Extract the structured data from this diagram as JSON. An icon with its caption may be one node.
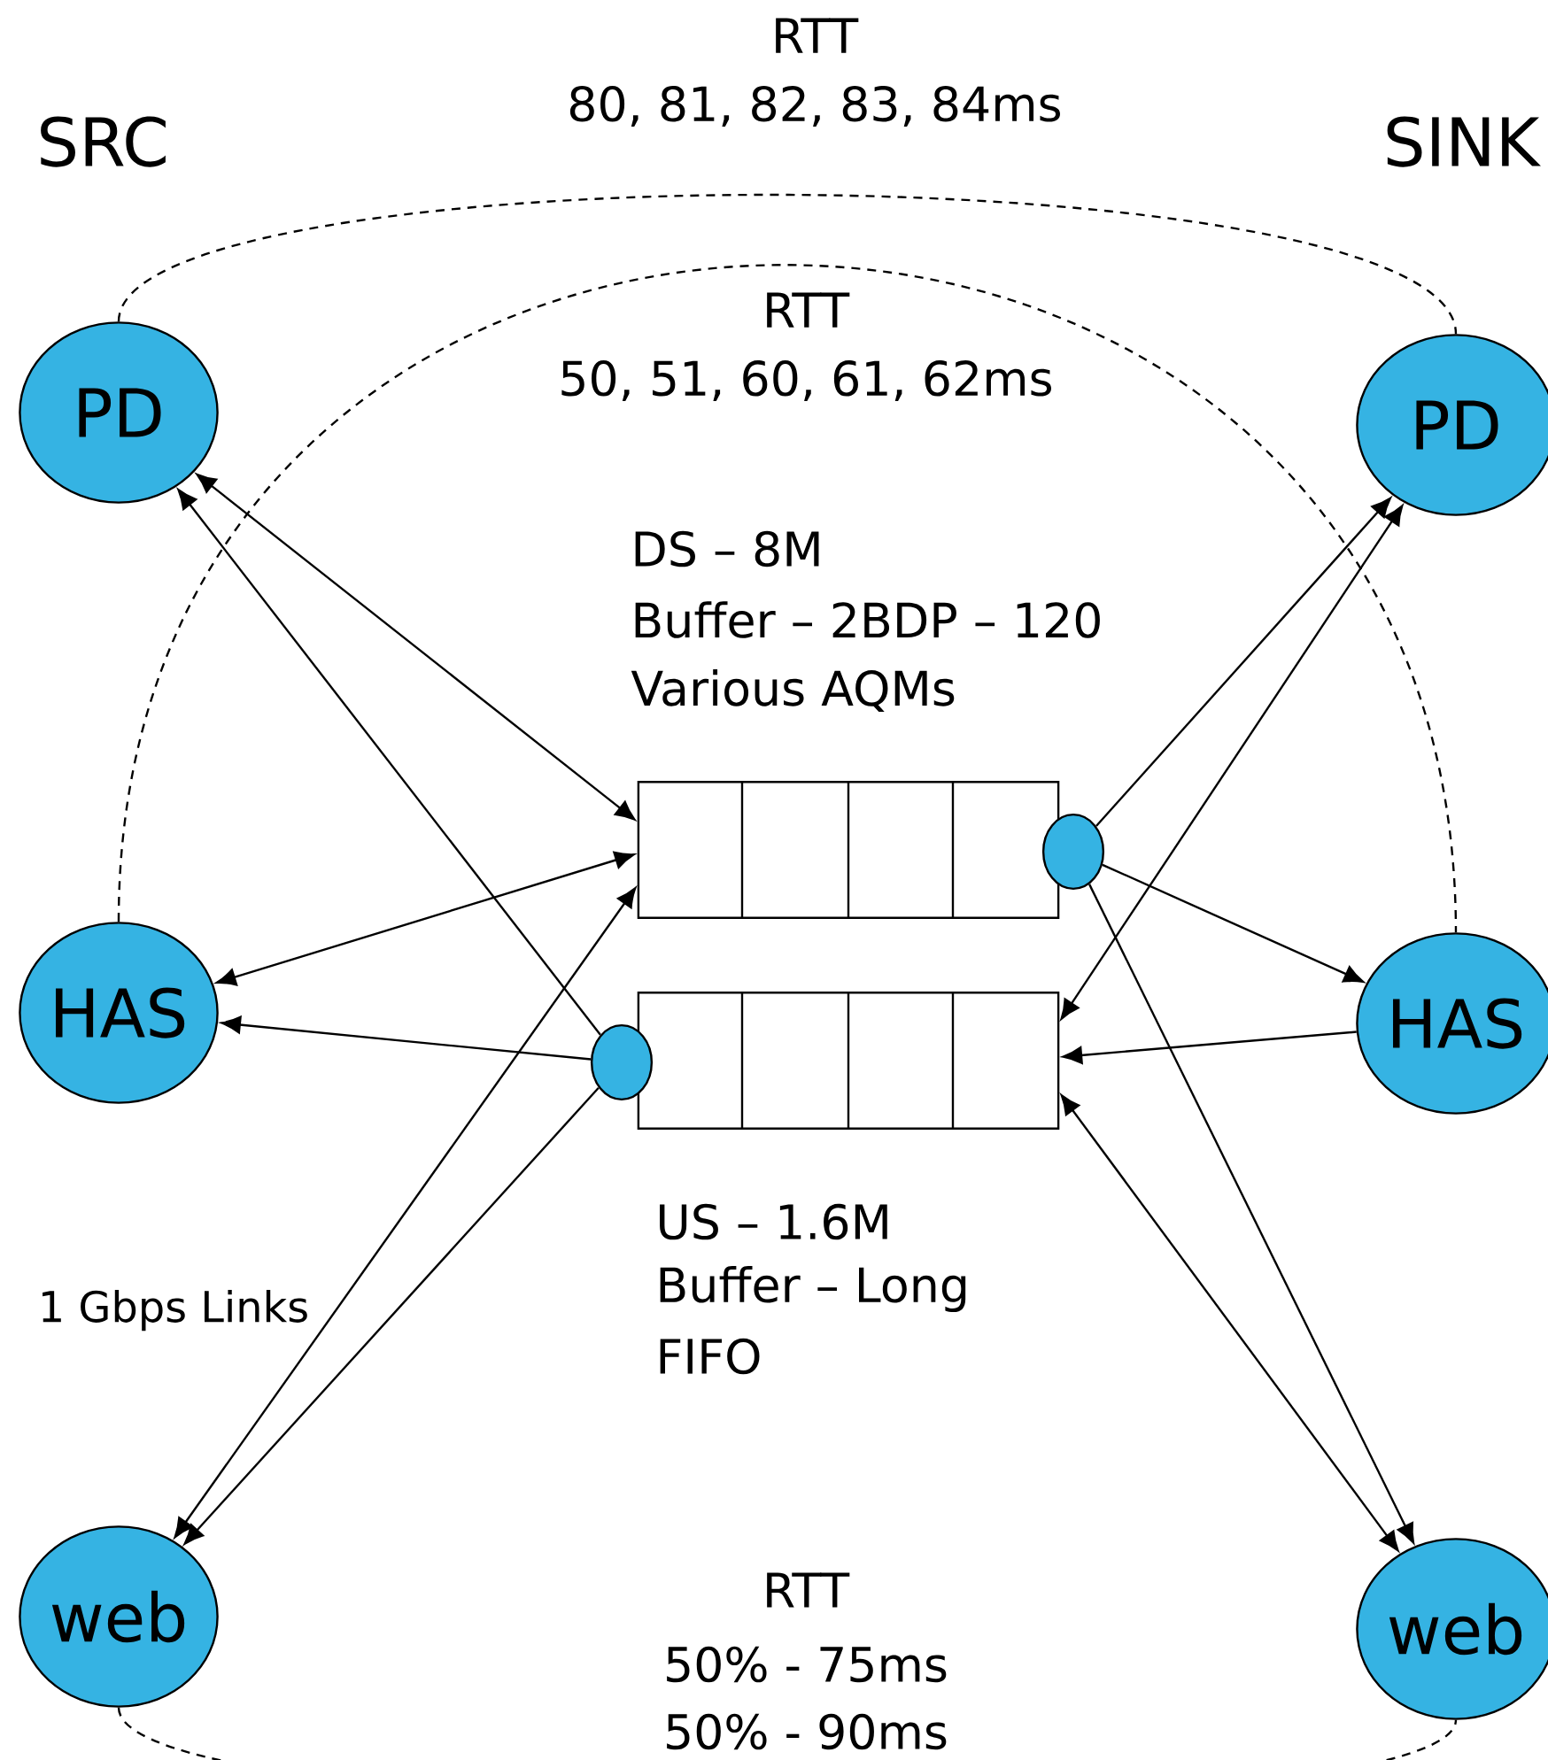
{
  "diagram": {
    "nodes": [
      {
        "text": [
          "PD"
        ]
      },
      {
        "text": [
          "HAS"
        ]
      },
      {
        "text": [
          "web"
        ]
      },
      {
        "text": [
          "PD"
        ]
      },
      {
        "text": [
          "HAS"
        ]
      },
      {
        "text": [
          "web"
        ]
      },
      {
        "text": [],
        "shape": "box",
        "beside": [
          "DS – 8M",
          "Buffer – 2BDP – 120",
          "Various AQMs"
        ]
      },
      {
        "text": [],
        "shape": "box",
        "beside": [
          "US – 1.6M",
          "Buffer – Long",
          "FIFO"
        ]
      },
      {
        "text": [],
        "shape": "circle"
      },
      {
        "text": [],
        "shape": "circle"
      }
    ],
    "edges": [
      {
        "from": 0,
        "to": 6,
        "arrow": "both"
      },
      {
        "from": 9,
        "to": 0,
        "arrow": "to"
      },
      {
        "from": 1,
        "to": 6,
        "arrow": "both"
      },
      {
        "from": 9,
        "to": 1,
        "arrow": "to"
      },
      {
        "from": 2,
        "to": 6,
        "arrow": "both"
      },
      {
        "from": 9,
        "to": 2,
        "arrow": "to"
      },
      {
        "from": 8,
        "to": 3,
        "arrow": "to"
      },
      {
        "from": 3,
        "to": 7,
        "arrow": "both"
      },
      {
        "from": 8,
        "to": 4,
        "arrow": "to"
      },
      {
        "from": 4,
        "to": 7,
        "arrow": "to"
      },
      {
        "from": 8,
        "to": 5,
        "arrow": "to"
      },
      {
        "from": 5,
        "to": 7,
        "arrow": "both"
      },
      {
        "from": 0,
        "to": 3,
        "arrow": "none",
        "style": "dashed",
        "label": "RTT"
      },
      {
        "from": 1,
        "to": 4,
        "arrow": "none",
        "style": "dashed",
        "label": "RTT"
      },
      {
        "from": 2,
        "to": 5,
        "arrow": "none",
        "style": "dashed",
        "label": "RTT"
      }
    ],
    "labels": [
      "SRC",
      "SINK",
      "80, 81, 82, 83, 84ms",
      "50, 51, 60, 61, 62ms",
      "1 Gbps Links",
      "50% - 75ms",
      "50% - 90ms"
    ]
  }
}
